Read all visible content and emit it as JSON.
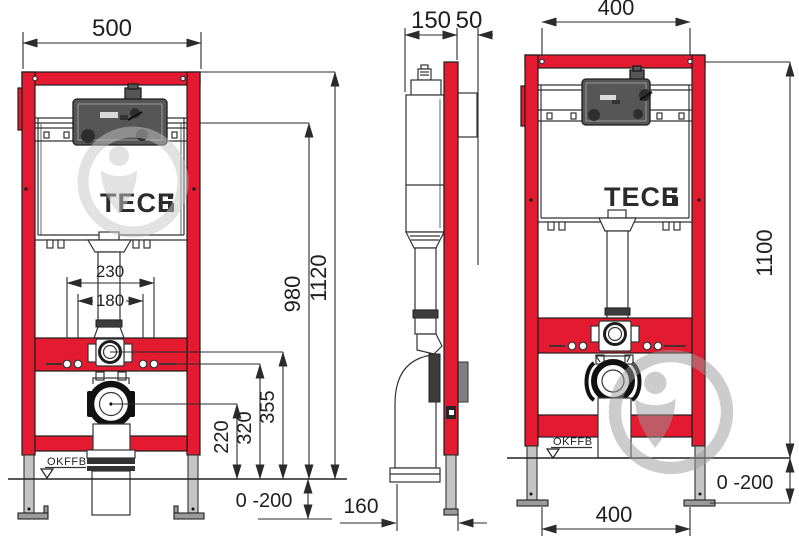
{
  "brand": {
    "logo": "TECE"
  },
  "views": {
    "front": {
      "width": "500",
      "height": "1120",
      "cistern_top": "980",
      "supply_center": "355",
      "fixings_center": "320",
      "drain_center": "220",
      "fixing_outer": "230",
      "fixing_inner": "180",
      "floor_range": "0 -200",
      "floor_level": "OKFFB"
    },
    "side": {
      "frame_depth": "150",
      "rail_depth": "50",
      "drain_offset": "160"
    },
    "rear": {
      "fixing_width": "400",
      "height": "1100",
      "foot_width": "400",
      "floor_range": "0 -200",
      "floor_level": "OKFFB"
    }
  },
  "colors": {
    "frame_red": "#e41b30",
    "line": "#2b2b2b",
    "unit_grey": "#565656",
    "foot_grey": "#c4c4c4",
    "fitting_dark": "#3c3c3c",
    "watermark_light": "#c6c6c6",
    "watermark_dark": "#9b9b9b"
  }
}
